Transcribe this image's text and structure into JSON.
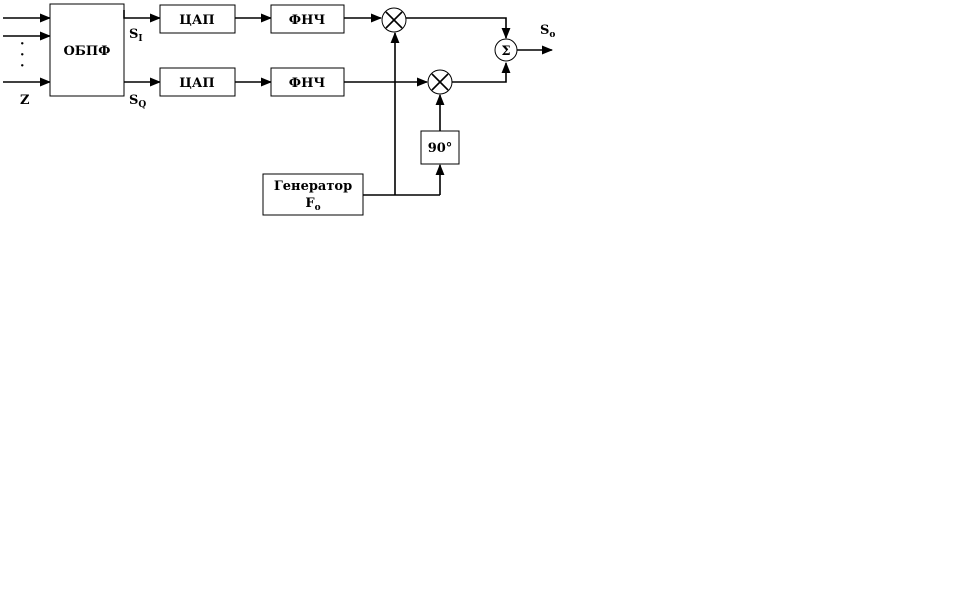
{
  "blocks": {
    "obpf": "ОБПФ",
    "dac": "ЦАП",
    "lpf": "ФНЧ",
    "generator_line1": "Генератор",
    "generator_line2_main": "F",
    "generator_line2_sub": "o",
    "phase_shift": "90°",
    "summer": "Σ"
  },
  "signals": {
    "s_i_main": "S",
    "s_i_sub": "I",
    "s_q_main": "S",
    "s_q_sub": "Q",
    "s_o_main": "S",
    "s_o_sub": "o",
    "input_last": "Z",
    "input_dots": "·"
  }
}
